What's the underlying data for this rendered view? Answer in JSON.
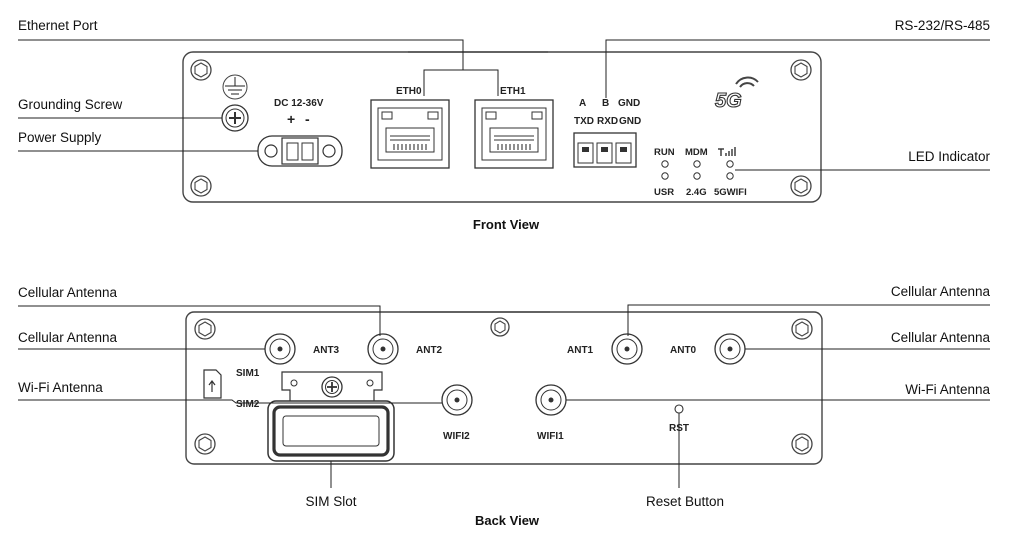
{
  "front": {
    "title": "Front View",
    "callouts": {
      "ethernet_port": "Ethernet Port",
      "grounding_screw": "Grounding Screw",
      "power_supply": "Power Supply",
      "serial": "RS-232/RS-485",
      "led_indicator": "LED Indicator"
    },
    "labels": {
      "power_rating": "DC 12-36V",
      "plus": "+",
      "minus": "-",
      "eth0": "ETH0",
      "eth1": "ETH1",
      "serial_top": [
        "A",
        "B",
        "GND"
      ],
      "serial_bottom": [
        "TXD",
        "RXD",
        "GND"
      ],
      "logo_5g": "5G",
      "led_top": [
        "RUN",
        "MDM"
      ],
      "led_bottom": [
        "USR",
        "2.4G",
        "5GWIFI"
      ]
    }
  },
  "back": {
    "title": "Back View",
    "callouts": {
      "cell_ant_tl": "Cellular Antenna",
      "cell_ant_ml": "Cellular Antenna",
      "wifi_ant_l": "Wi-Fi Antenna",
      "cell_ant_tr": "Cellular Antenna",
      "cell_ant_mr": "Cellular Antenna",
      "wifi_ant_r": "Wi-Fi Antenna",
      "sim_slot": "SIM Slot",
      "reset_button": "Reset Button"
    },
    "labels": {
      "ant3": "ANT3",
      "ant2": "ANT2",
      "ant1": "ANT1",
      "ant0": "ANT0",
      "sim1": "SIM1",
      "sim2": "SIM2",
      "wifi2": "WIFI2",
      "wifi1": "WIFI1",
      "rst": "RST"
    }
  }
}
